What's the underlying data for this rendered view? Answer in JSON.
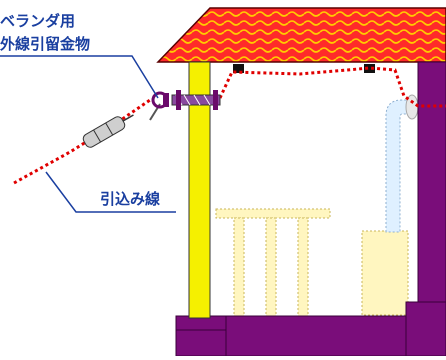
{
  "labels": {
    "bracket_line1": "ベランダ用",
    "bracket_line2": "外線引留金物",
    "dropwire": "引込み線"
  },
  "colors": {
    "label_text": "#1a3fa0",
    "leader_line": "#1a3fa0",
    "roof_fill": "#ff2a2a",
    "roof_pattern": "#ffcc00",
    "pillar_yellow": "#f5f000",
    "structure_purple": "#7a0d7a",
    "wire_red": "#e00000",
    "faint_beige": "#fff6c0",
    "faint_blue": "#dff0ff"
  },
  "icons": {
    "bracket": "hook-bracket-icon",
    "insulator": "wire-insulator-icon",
    "roof": "roof-pattern",
    "table": "table-icon",
    "box": "box-icon"
  }
}
